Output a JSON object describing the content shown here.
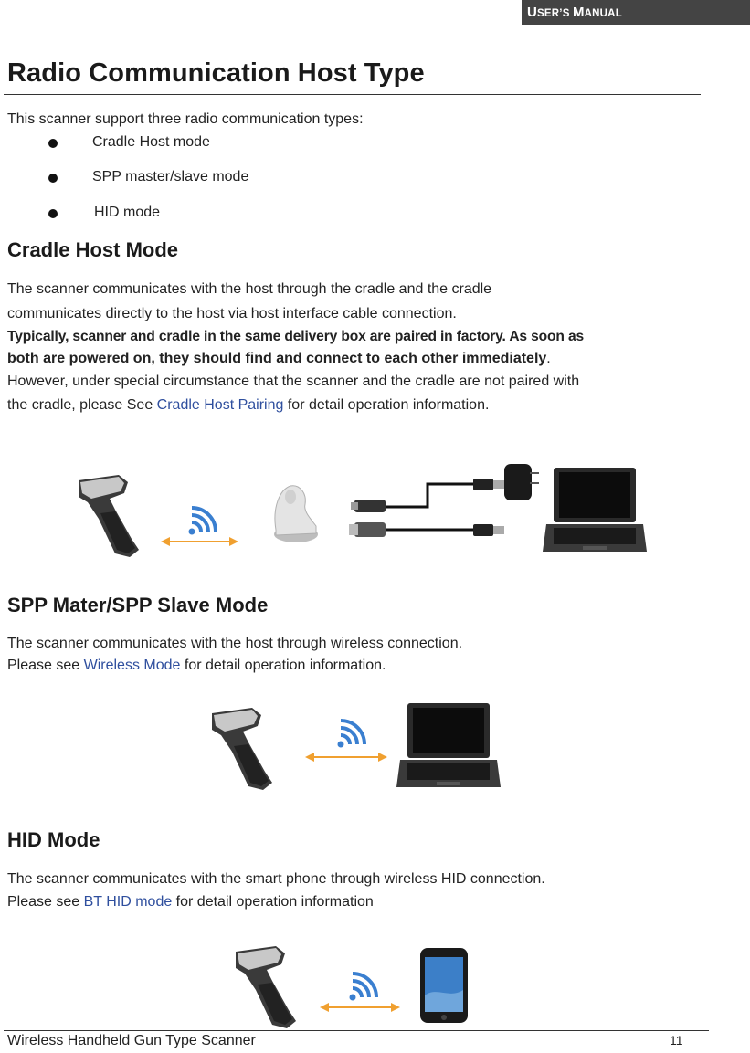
{
  "header": {
    "badge_u": "U",
    "badge_sers": "SER",
    "badge_s": "’S ",
    "badge_m": "M",
    "badge_anual": "ANUAL"
  },
  "title": "Radio Communication Host Type",
  "intro": "This scanner support three radio communication types:",
  "bullets": [
    "Cradle Host mode",
    "SPP master/slave mode",
    "HID mode"
  ],
  "cradle": {
    "heading": "Cradle Host Mode",
    "line1": "The scanner communicates with the host through the cradle and the cradle",
    "line2": "communicates directly to the host via host interface cable connection.",
    "bold1": "Typically, scanner and cradle in the same delivery box are paired in factory. As soon as",
    "bold2": "both are powered on, they should find and connect to each other immediately",
    "bold2_end": ".",
    "line3": "However, under special circumstance that the scanner and the cradle are not paired with",
    "line4_pre": "the cradle, please See ",
    "line4_link": "Cradle Host Pairing",
    "line4_post": " for detail operation information."
  },
  "spp": {
    "heading": "SPP Mater/SPP Slave Mode",
    "line1": "The scanner communicates with the host through wireless connection.",
    "line2_pre": "Please see ",
    "line2_link": "Wireless Mode",
    "line2_post": " for detail operation information."
  },
  "hid": {
    "heading": "HID Mode",
    "line1": "The scanner communicates with the smart phone through wireless HID connection.",
    "line2_pre": "Please see ",
    "line2_link": "BT HID mode",
    "line2_post": " for detail operation information"
  },
  "footer": {
    "left": "Wireless Handheld Gun Type Scanner",
    "page": "11"
  },
  "colors": {
    "link": "#2f4f9e",
    "arrow": "#f0a030",
    "wifi": "#3a7fd0",
    "badge_bg": "#444444"
  },
  "icons": [
    "barcode-scanner-icon",
    "wireless-signal-icon",
    "bidirectional-arrow-icon",
    "cradle-icon",
    "usb-cable-icon",
    "power-adapter-icon",
    "laptop-icon",
    "smartphone-icon"
  ]
}
